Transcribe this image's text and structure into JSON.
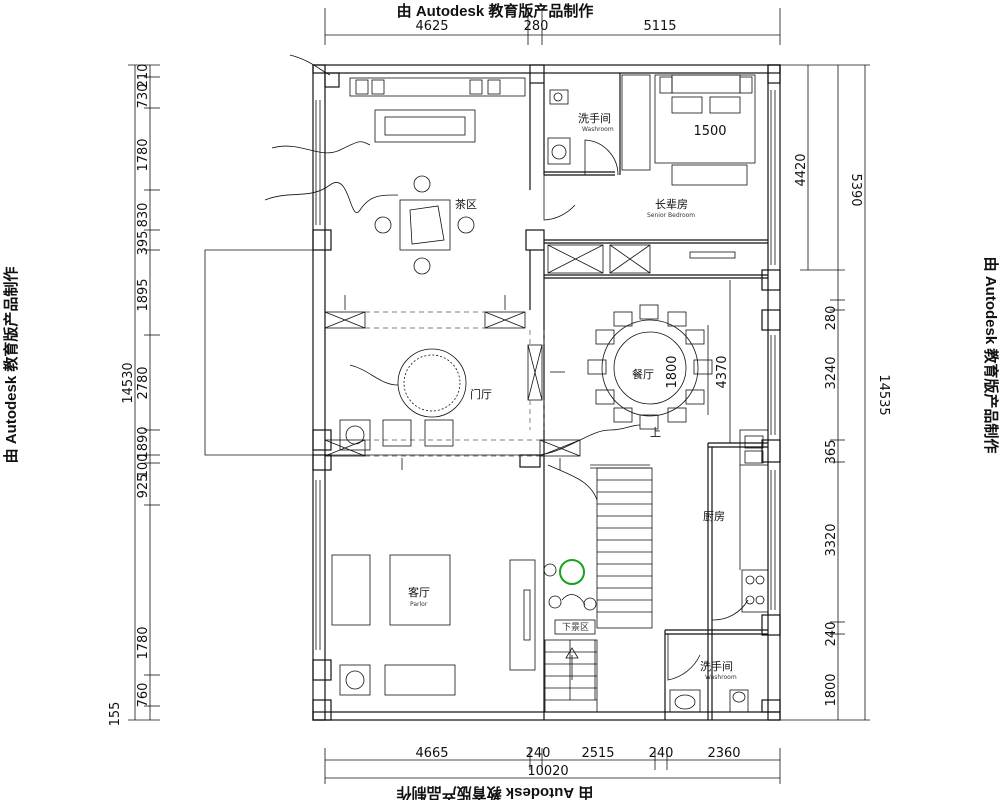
{
  "watermarks": {
    "top": "由 Autodesk 教育版产品制作",
    "bottom": "由 Autodesk 教育版产品制作",
    "left": "由 Autodesk 教育版产品制作",
    "right": "由 Autodesk 教育版产品制作"
  },
  "dims_top": [
    "4625",
    "280",
    "5115"
  ],
  "dims_bottom": [
    "4665",
    "240",
    "2515",
    "240",
    "2360"
  ],
  "dim_total_bottom": "10020",
  "dims_left": [
    "210",
    "730",
    "1780",
    "830",
    "395",
    "1895",
    "2780",
    "1890",
    "100",
    "925",
    "1780",
    "760",
    "155"
  ],
  "dim_total_left": "14530",
  "dims_right": [
    "5390",
    "280",
    "3240",
    "365",
    "3320",
    "240",
    "1800"
  ],
  "dim_right_extra": "4420",
  "dim_total_right": "14535",
  "rooms": {
    "tea_area": "茶区",
    "washroom_top": "洗手间",
    "washroom_top_sub": "Washroom",
    "elder_room": "长辈房",
    "elder_room_sub": "Senior Bedroom",
    "bed_size": "1500",
    "dining": "餐厅",
    "table_size": "1800",
    "dining_dim": "4370",
    "foyer": "门厅",
    "living": "客厅",
    "living_sub": "Parlor",
    "kitchen": "厨房",
    "washroom_bottom": "洗手间",
    "washroom_bottom_sub": "Washroom",
    "stair_up": "上",
    "landscape": "下景区"
  }
}
